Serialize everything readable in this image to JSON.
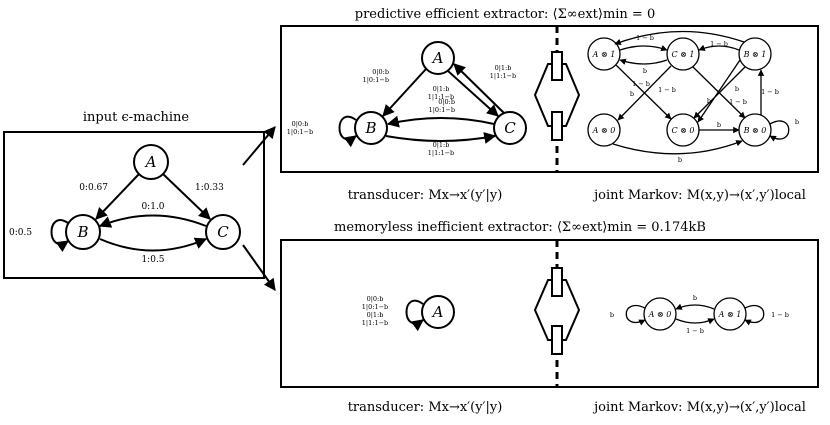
{
  "captions": {
    "input": "input ϵ-machine",
    "top_title": "predictive efficient extractor: ⟨Σ∞ext⟩min = 0",
    "bottom_title": "memoryless inefficient extractor: ⟨Σ∞ext⟩min = 0.174kB",
    "transducer": "transducer: Mx→x′(y′|y)",
    "joint": "joint Markov: M(x,y)→(x′,y′)local"
  },
  "input_machine": {
    "nodes": [
      "A",
      "B",
      "C"
    ],
    "edges": [
      "0:0.67",
      "1:0.33",
      "0:1.0",
      "1:0.5",
      "0:0.5"
    ]
  },
  "top_transducer": {
    "nodes": [
      "A",
      "B",
      "C"
    ],
    "AB": [
      "0|0:b",
      "1|0:1−b"
    ],
    "AC": [
      "0|1:b",
      "1|1:1−b"
    ],
    "CA": [
      "0|0:b",
      "1|0:1−b"
    ],
    "CB": [
      "0|1:b",
      "1|1:1−b"
    ],
    "BB": [
      "0|0:b",
      "1|0:1−b"
    ]
  },
  "top_joint": {
    "nodes": [
      "A ⊗ 1",
      "C ⊗ 1",
      "B ⊗ 1",
      "A ⊗ 0",
      "C ⊗ 0",
      "B ⊗ 0"
    ],
    "edge_b": "b",
    "edge_1mb": "1 − b"
  },
  "bottom_transducer": {
    "node": "A",
    "loop": [
      "0|0:b",
      "1|0:1−b",
      "0|1:b",
      "1|1:1−b"
    ]
  },
  "bottom_joint": {
    "nodes": [
      "A ⊗ 0",
      "A ⊗ 1"
    ],
    "edge_b": "b",
    "edge_1mb": "1 − b"
  }
}
